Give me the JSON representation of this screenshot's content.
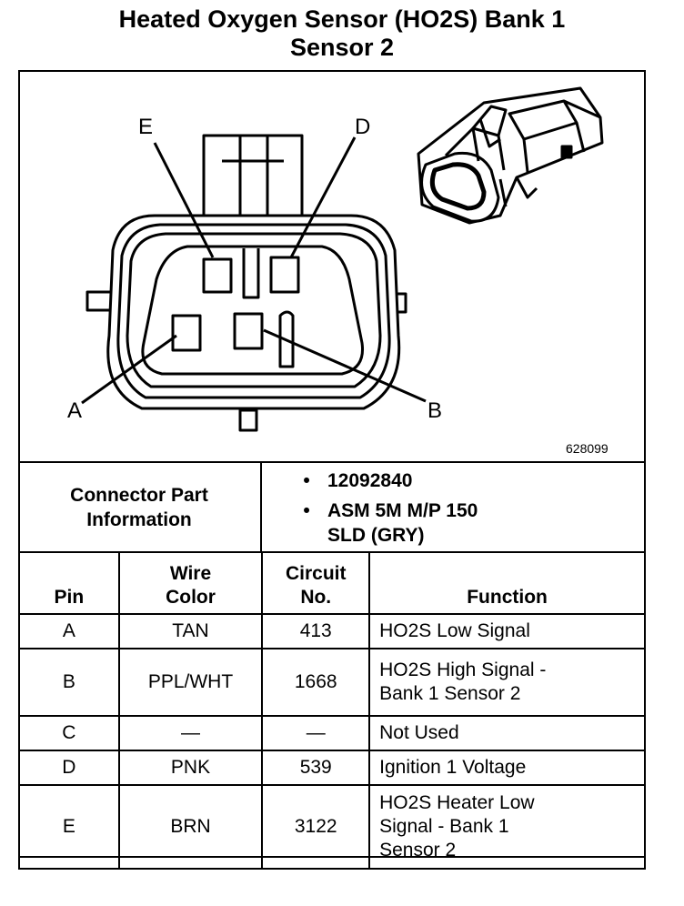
{
  "title_line1": "Heated Oxygen Sensor (HO2S) Bank 1",
  "title_line2": "Sensor 2",
  "figure_id": "628099",
  "pin_labels": {
    "E": "E",
    "D": "D",
    "A": "A",
    "B": "B"
  },
  "connector_info": {
    "label_line1": "Connector Part",
    "label_line2": "Information",
    "items": [
      "12092840",
      "ASM 5M M/P 150",
      "SLD (GRY)"
    ],
    "bullet": "•"
  },
  "table": {
    "headers": {
      "pin": "Pin",
      "wire_line1": "Wire",
      "wire_line2": "Color",
      "circuit_line1": "Circuit",
      "circuit_line2": "No.",
      "function": "Function"
    },
    "rows": [
      {
        "pin": "A",
        "wire": "TAN",
        "circuit": "413",
        "fn1": "HO2S Low Signal",
        "fn2": "",
        "fn3": ""
      },
      {
        "pin": "B",
        "wire": "PPL/WHT",
        "circuit": "1668",
        "fn1": "HO2S High Signal -",
        "fn2": "Bank 1 Sensor 2",
        "fn3": ""
      },
      {
        "pin": "C",
        "wire": "—",
        "circuit": "—",
        "fn1": "Not Used",
        "fn2": "",
        "fn3": ""
      },
      {
        "pin": "D",
        "wire": "PNK",
        "circuit": "539",
        "fn1": "Ignition 1 Voltage",
        "fn2": "",
        "fn3": ""
      },
      {
        "pin": "E",
        "wire": "BRN",
        "circuit": "3122",
        "fn1": "HO2S Heater Low",
        "fn2": "Signal - Bank 1",
        "fn3": "Sensor 2"
      }
    ]
  }
}
